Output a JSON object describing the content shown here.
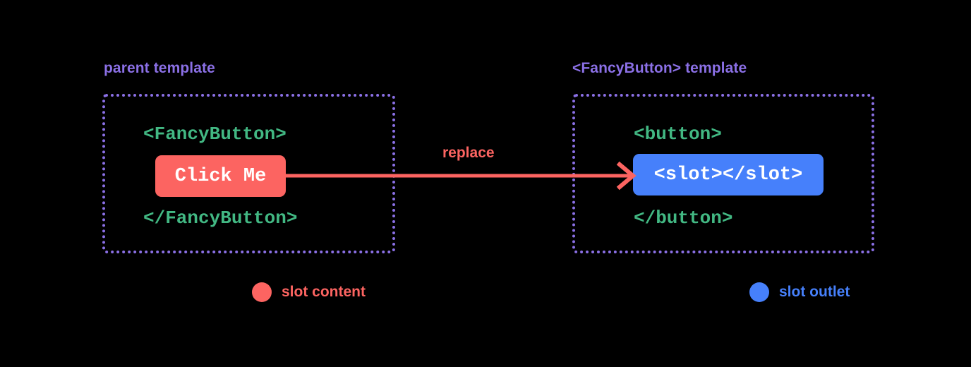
{
  "diagram": {
    "background_color": "#000000",
    "panels": [
      {
        "caption": "parent template",
        "caption_color": "#8b70e6",
        "border_style": "dotted",
        "border_color": "#8b70e6",
        "code_lines": [
          {
            "text": "<FancyButton>",
            "color": "#42b883"
          },
          {
            "text": "</FancyButton>",
            "color": "#42b883"
          }
        ],
        "chip": {
          "text": "Click Me",
          "background": "#fc6461",
          "text_color": "#ffffff",
          "role": "slot content"
        }
      },
      {
        "caption": "<FancyButton> template",
        "caption_color": "#8b70e6",
        "border_style": "dotted",
        "border_color": "#8b70e6",
        "code_lines": [
          {
            "text": "<button>",
            "color": "#42b883"
          },
          {
            "text": "</button>",
            "color": "#42b883"
          }
        ],
        "chip": {
          "text": "<slot></slot>",
          "background": "#4680fb",
          "text_color": "#ffffff",
          "role": "slot outlet"
        }
      }
    ],
    "arrow": {
      "label": "replace",
      "color": "#fc6461",
      "direction": "left-to-right"
    },
    "legend": [
      {
        "label": "slot content",
        "color": "#fc6461"
      },
      {
        "label": "slot outlet",
        "color": "#4680fb"
      }
    ]
  }
}
